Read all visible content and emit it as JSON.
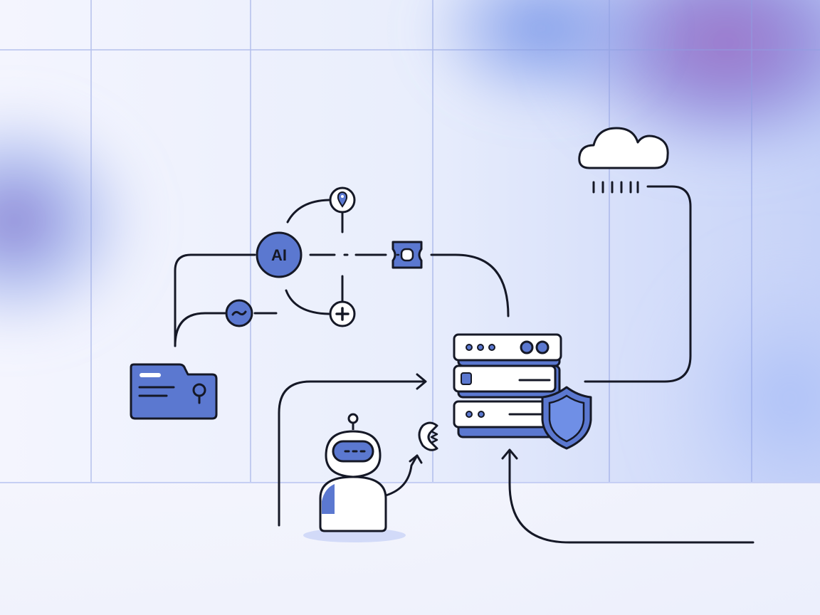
{
  "palette": {
    "background": "#eef1fd",
    "accent_blue": "#5b78d0",
    "accent_purple": "#9a6cc4",
    "stroke": "#151826",
    "white": "#ffffff"
  },
  "diagram": {
    "ai_node": {
      "label": "AI",
      "icon": "ai-circle-icon"
    },
    "nodes": [
      {
        "id": "ai-hub",
        "icon": "ai-circle-icon"
      },
      {
        "id": "location-pin",
        "icon": "map-pin-icon"
      },
      {
        "id": "plus-node",
        "icon": "plus-circle-icon"
      },
      {
        "id": "wave-node",
        "icon": "tilde-circle-icon"
      },
      {
        "id": "ticket-node",
        "icon": "ticket-icon"
      },
      {
        "id": "folder",
        "icon": "folder-icon"
      },
      {
        "id": "cloud",
        "icon": "cloud-icon"
      },
      {
        "id": "server-stack",
        "icon": "server-icon"
      },
      {
        "id": "shield",
        "icon": "shield-icon"
      },
      {
        "id": "robot",
        "icon": "robot-icon"
      },
      {
        "id": "currency-bubble",
        "icon": "euro-coin-icon"
      }
    ]
  }
}
